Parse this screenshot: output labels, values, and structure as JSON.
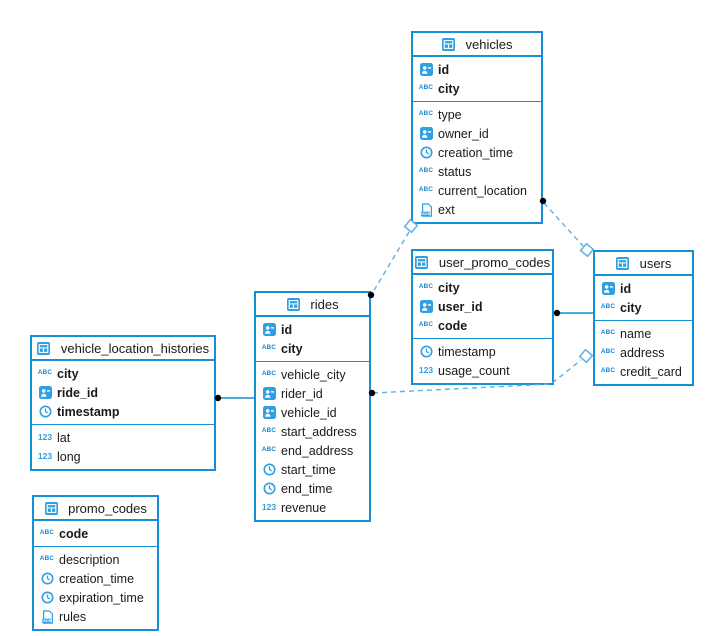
{
  "colors": {
    "accent": "#1391d4",
    "dash": "#5fafe3",
    "icon-blue": "#1585cb",
    "icon-fill": "#2e9fe0",
    "text": "#1a1a1a"
  },
  "icons": {
    "abc_label": "ABC",
    "num_label": "123",
    "json_label": "JSON"
  },
  "tables": [
    {
      "title": "vehicles",
      "keys": [
        {
          "name": "id",
          "icon": "uuid-icon"
        },
        {
          "name": "city",
          "icon": "abc-icon"
        }
      ],
      "fields": [
        {
          "name": "type",
          "icon": "abc-icon"
        },
        {
          "name": "owner_id",
          "icon": "uuid-icon"
        },
        {
          "name": "creation_time",
          "icon": "clock-icon"
        },
        {
          "name": "status",
          "icon": "abc-icon"
        },
        {
          "name": "current_location",
          "icon": "abc-icon"
        },
        {
          "name": "ext",
          "icon": "json-icon"
        }
      ]
    },
    {
      "title": "user_promo_codes",
      "keys": [
        {
          "name": "city",
          "icon": "abc-icon"
        },
        {
          "name": "user_id",
          "icon": "uuid-icon"
        },
        {
          "name": "code",
          "icon": "abc-icon"
        }
      ],
      "fields": [
        {
          "name": "timestamp",
          "icon": "clock-icon"
        },
        {
          "name": "usage_count",
          "icon": "number-icon"
        }
      ]
    },
    {
      "title": "users",
      "keys": [
        {
          "name": "id",
          "icon": "uuid-icon"
        },
        {
          "name": "city",
          "icon": "abc-icon"
        }
      ],
      "fields": [
        {
          "name": "name",
          "icon": "abc-icon"
        },
        {
          "name": "address",
          "icon": "abc-icon"
        },
        {
          "name": "credit_card",
          "icon": "abc-icon"
        }
      ]
    },
    {
      "title": "rides",
      "keys": [
        {
          "name": "id",
          "icon": "uuid-icon"
        },
        {
          "name": "city",
          "icon": "abc-icon"
        }
      ],
      "fields": [
        {
          "name": "vehicle_city",
          "icon": "abc-icon"
        },
        {
          "name": "rider_id",
          "icon": "uuid-icon"
        },
        {
          "name": "vehicle_id",
          "icon": "uuid-icon"
        },
        {
          "name": "start_address",
          "icon": "abc-icon"
        },
        {
          "name": "end_address",
          "icon": "abc-icon"
        },
        {
          "name": "start_time",
          "icon": "clock-icon"
        },
        {
          "name": "end_time",
          "icon": "clock-icon"
        },
        {
          "name": "revenue",
          "icon": "number-icon"
        }
      ]
    },
    {
      "title": "vehicle_location_histories",
      "keys": [
        {
          "name": "city",
          "icon": "abc-icon"
        },
        {
          "name": "ride_id",
          "icon": "uuid-icon"
        },
        {
          "name": "timestamp",
          "icon": "clock-icon"
        }
      ],
      "fields": [
        {
          "name": "lat",
          "icon": "number-icon"
        },
        {
          "name": "long",
          "icon": "number-icon"
        }
      ]
    },
    {
      "title": "promo_codes",
      "keys": [
        {
          "name": "code",
          "icon": "abc-icon"
        }
      ],
      "fields": [
        {
          "name": "description",
          "icon": "abc-icon"
        },
        {
          "name": "creation_time",
          "icon": "clock-icon"
        },
        {
          "name": "expiration_time",
          "icon": "clock-icon"
        },
        {
          "name": "rules",
          "icon": "json-icon"
        }
      ]
    }
  ],
  "relationships": [
    {
      "from": "rides",
      "to": "vehicles",
      "line": "dashed"
    },
    {
      "from": "vehicles",
      "to": "users",
      "line": "dashed"
    },
    {
      "from": "rides",
      "to": "users",
      "line": "dashed"
    },
    {
      "from": "user_promo_codes",
      "to": "users",
      "line": "solid"
    },
    {
      "from": "vehicle_location_histories",
      "to": "rides",
      "line": "solid"
    }
  ]
}
